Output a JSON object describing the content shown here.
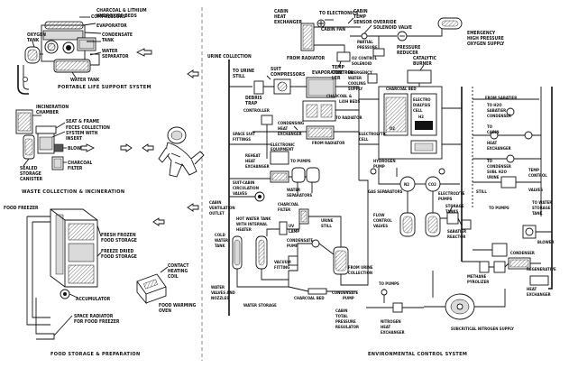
{
  "titles": {
    "life_support": "PORTABLE LIFE SUPPORT SYSTEM",
    "waste": "WASTE COLLECTION & INCINERATION",
    "food": "FOOD STORAGE & PREPARATION",
    "ecs": "ENVIRONMENTAL CONTROL SYSTEM"
  },
  "life_support_labels": {
    "compressors": "COMPRESSORS",
    "charcoal": "CHARCOAL & LITHIUM",
    "hydroxide": "HYDROXIDE BEDS",
    "evaporator": "EVAPORATOR",
    "condensate1": "CONDENSATE",
    "condensate2": "TANK",
    "water_sep1": "WATER",
    "water_sep2": "SEPARATOR",
    "oxygen1": "OXYGEN",
    "oxygen2": "TANK",
    "water_tank": "WATER TANK"
  },
  "waste_labels": {
    "incin1": "INCINERATION",
    "incin2": "CHAMBER",
    "seat": "SEAT & FRAME",
    "feces1": "FECES COLLECTION",
    "feces2": "SYSTEM WITH",
    "feces3": "INSERT",
    "blower": "BLOWER",
    "sealed1": "SEALED",
    "sealed2": "STORAGE",
    "sealed3": "CANISTER",
    "charcoal1": "CHARCOAL",
    "charcoal2": "FILTER"
  },
  "food_labels": {
    "freezer": "FOOD FREEZER",
    "frozen1": "FRESH FROZEN",
    "frozen2": "FOOD STORAGE",
    "dried1": "FREEZE DRIED",
    "dried2": "FOOD STORAGE",
    "contact1": "CONTACT",
    "contact2": "HEATING",
    "contact3": "COIL",
    "warming1": "FOOD WARMING",
    "warming2": "OVEN",
    "accum": "ACCUMULATOR",
    "radiator1": "SPACE RADIATOR",
    "radiator2": "FOR FOOD FREEZER"
  },
  "ecs_labels": {
    "to_electronics": "TO ELECTRONICS",
    "cabin_fan": "CABIN FAN",
    "cabin_heat1": "CABIN",
    "cabin_heat2": "HEAT",
    "cabin_heat3": "EXCHANGER",
    "from_radiator": "FROM RADIATOR",
    "cabin_temp1": "CABIN",
    "cabin_temp2": "TEMP",
    "cabin_temp3": "SENSOR",
    "temp_ctrl1": "TEMP",
    "temp_ctrl2": "CONTROL",
    "temp_ctrl3": "LER",
    "override1": "OVERRIDE",
    "override2": "SOLENOID VALVE",
    "emerg1": "EMERGENCY",
    "emerg2": "HIGH PRESSURE",
    "emerg3": "OXYGEN SUPPLY",
    "pressure": "PRESSURE",
    "reducer": "REDUCER",
    "pp_ctrl1": "PARTIAL",
    "pp_ctrl2": "PRESSURE",
    "pp_ctrl3": "O2 CONTROL",
    "pp_ctrl4": "SOLENOID",
    "urine_collection": "URINE COLLECTION",
    "to_urine1": "TO URINE",
    "to_urine2": "STILL",
    "debris1": "DEBRIS",
    "debris2": "TRAP",
    "suit_comp1": "SUIT",
    "suit_comp2": "COMPRESSORS",
    "evaporator": "EVAPORATOR",
    "emerg_water1": "EMERGENCY",
    "emerg_water2": "WATER",
    "emerg_water3": "COOLING",
    "emerg_water4": "SUPPLY",
    "catalytic1": "CATALYTIC",
    "catalytic2": "BURNER",
    "lioh1": "CHARCOAL &",
    "lioh2": "LiOH BEDS",
    "charcoal_bed": "CHARCOAL BED",
    "cond_heat1": "CONDENSING",
    "cond_heat2": "HEAT",
    "cond_heat3": "EXCHANGER",
    "to_radiator": "TO RADIATOR",
    "controller": "CONTROLLER",
    "electronic1": "ELECTRONIC",
    "electronic2": "EQUIPMENT",
    "space_suit1": "SPACE SUIT",
    "space_suit2": "FITTINGS",
    "from_radiator2": "FROM RADIATOR",
    "electrolytic1": "ELECTROLYTIC",
    "electrolytic2": "CELL",
    "electro_dialysis1": "ELECTRO",
    "electro_dialysis2": "DIALYSIS",
    "electro_dialysis3": "CELL",
    "reheat1": "REHEAT",
    "reheat2": "HEAT",
    "reheat3": "EXCHANGER",
    "to_pumps": "TO PUMPS",
    "hydrogen1": "HYDROGEN",
    "hydrogen2": "PUMP",
    "suit_cabin1": "SUIT-CABIN",
    "suit_cabin2": "CIRCULATION",
    "suit_cabin3": "VALVES",
    "cabin_vent1": "CABIN",
    "cabin_vent2": "VENTILATION",
    "cabin_vent3": "OUTLET",
    "water_sep1": "WATER",
    "water_sep2": "SEPARATORS",
    "gas_sep": "GAS SEPARATORS",
    "electrolyte1": "ELECTROLYTE",
    "electrolyte2": "PUMPS",
    "from_sabatier1": "FROM SABATIER",
    "sabatier_cond1": "TO H2O",
    "sabatier_cond2": "SABATIER",
    "sabatier_cond3": "CONDENSER",
    "cabin_heat_ex1": "TO",
    "cabin_heat_ex2": "CABIN",
    "cabin_heat_ex3": "HEAT",
    "cabin_heat_ex4": "EXCHANGER",
    "to_condenser1": "TO",
    "to_condenser2": "CONDENSER",
    "to_condenser3": "SUBL H2O",
    "to_condenser4": "URINE",
    "to_condenser5": "STILL",
    "temp_valves1": "TEMP",
    "temp_valves2": "CONTROL",
    "temp_valves3": "VALVES",
    "hot_water1": "HOT WATER TANK",
    "hot_water2": "WITH INTERNAL",
    "hot_water3": "HEATER",
    "uv_lamp1": "UV",
    "uv_lamp2": "LAMP",
    "urine_still1": "URINE",
    "urine_still2": "STILL",
    "charcoal_filter1": "CHARCOAL",
    "charcoal_filter2": "FILTER",
    "condensate_pump1": "CONDENSATE",
    "condensate_pump2": "PUMP",
    "flow_ctrl1": "FLOW",
    "flow_ctrl2": "CONTROL",
    "flow_ctrl3": "VALVES",
    "storage_tanks1": "STORAGE",
    "storage_tanks2": "TANKS",
    "sabatier_reactor1": "SABATIER",
    "sabatier_reactor2": "REACTOR",
    "to_pumps2": "TO PUMPS",
    "to_water1": "TO WATER",
    "to_water2": "STORAGE",
    "to_water3": "TANK",
    "blower": "BLOWER",
    "cold_water1": "COLD",
    "cold_water2": "WATER",
    "cold_water3": "TANK",
    "vacuum1": "VACUUM",
    "vacuum2": "FITTING",
    "from_urine1": "FROM URINE",
    "from_urine2": "COLLECTION",
    "methane1": "METHANE",
    "methane2": "PYROLIZER",
    "condenser": "CONDENSER",
    "regen1": "REGENERATIVE",
    "regen2": "HEAT",
    "regen3": "EXCHANGER",
    "water_valves1": "WATER",
    "water_valves2": "VALVES AND",
    "water_valves3": "NOZZLES",
    "water_storage": "WATER STORAGE",
    "charcoal_bed2": "CHARCOAL BED",
    "condensate_pump3": "CONDENSATE",
    "condensate_pump4": "PUMP",
    "to_pumps3": "TO PUMPS",
    "cabin_total1": "CABIN",
    "cabin_total2": "TOTAL",
    "cabin_total3": "PRESSURE",
    "cabin_total4": "REGULATOR",
    "nitrogen1": "NITROGEN",
    "nitrogen2": "HEAT",
    "nitrogen3": "EXCHANGER",
    "subcritical": "SUBCRITICAL NITROGEN SUPPLY",
    "o2": "O2",
    "n2": "N2",
    "co2": "CO2",
    "h2": "H2"
  }
}
